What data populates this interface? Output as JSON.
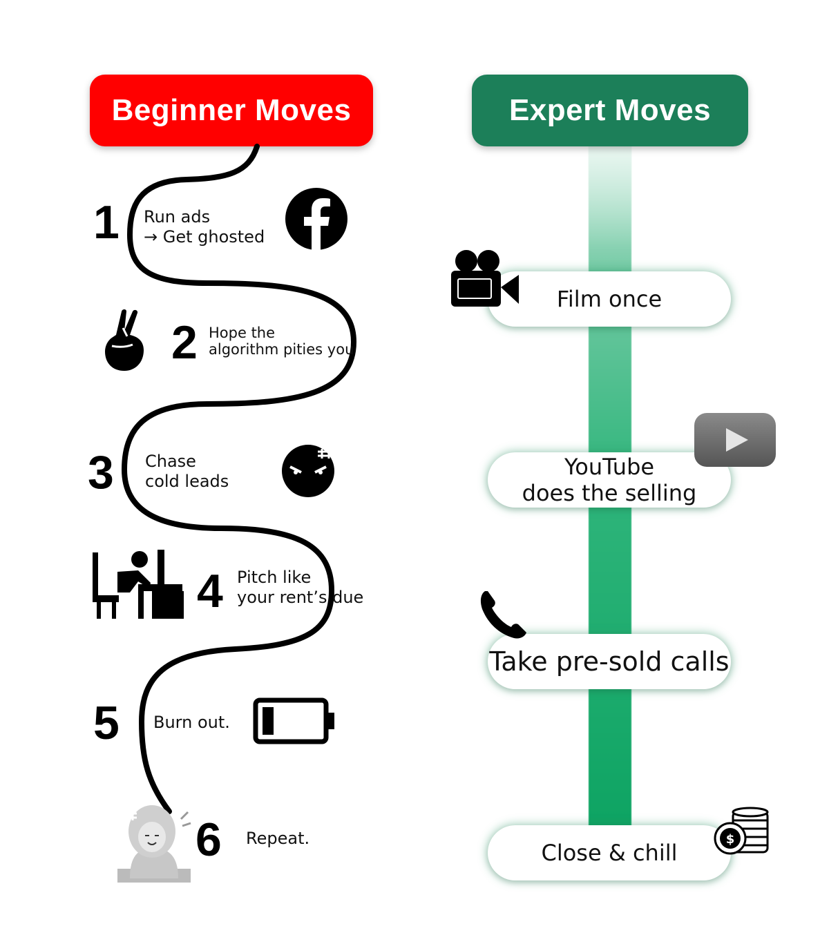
{
  "beginner": {
    "title": "Beginner Moves",
    "steps": [
      {
        "number": "1",
        "line1": "Run ads",
        "line2": "→ Get ghosted",
        "icon": "facebook-icon"
      },
      {
        "number": "2",
        "line1": "Hope the",
        "line2": "algorithm pities you",
        "icon": "crossed-fingers-icon"
      },
      {
        "number": "3",
        "line1": "Chase",
        "line2": "cold leads",
        "icon": "frustrated-face-icon"
      },
      {
        "number": "4",
        "line1": "Pitch like",
        "line2": "your rent’s due",
        "icon": "desk-worker-icon"
      },
      {
        "number": "5",
        "line1": "Burn out.",
        "line2": "",
        "icon": "low-battery-icon"
      },
      {
        "number": "6",
        "line1": "Repeat.",
        "line2": "",
        "icon": "stressed-person-icon"
      }
    ]
  },
  "expert": {
    "title": "Expert Moves",
    "steps": [
      {
        "line1": "Film once",
        "line2": "",
        "icon": "video-camera-icon"
      },
      {
        "line1": "YouTube",
        "line2": "does the selling",
        "icon": "youtube-icon"
      },
      {
        "line1": "Take pre-sold calls",
        "line2": "",
        "icon": "phone-icon"
      },
      {
        "line1": "Close & chill",
        "line2": "",
        "icon": "coins-icon"
      }
    ]
  },
  "colors": {
    "beginner_accent": "#ff0000",
    "expert_accent": "#1c7f59",
    "timeline_green": "#0ea463"
  }
}
